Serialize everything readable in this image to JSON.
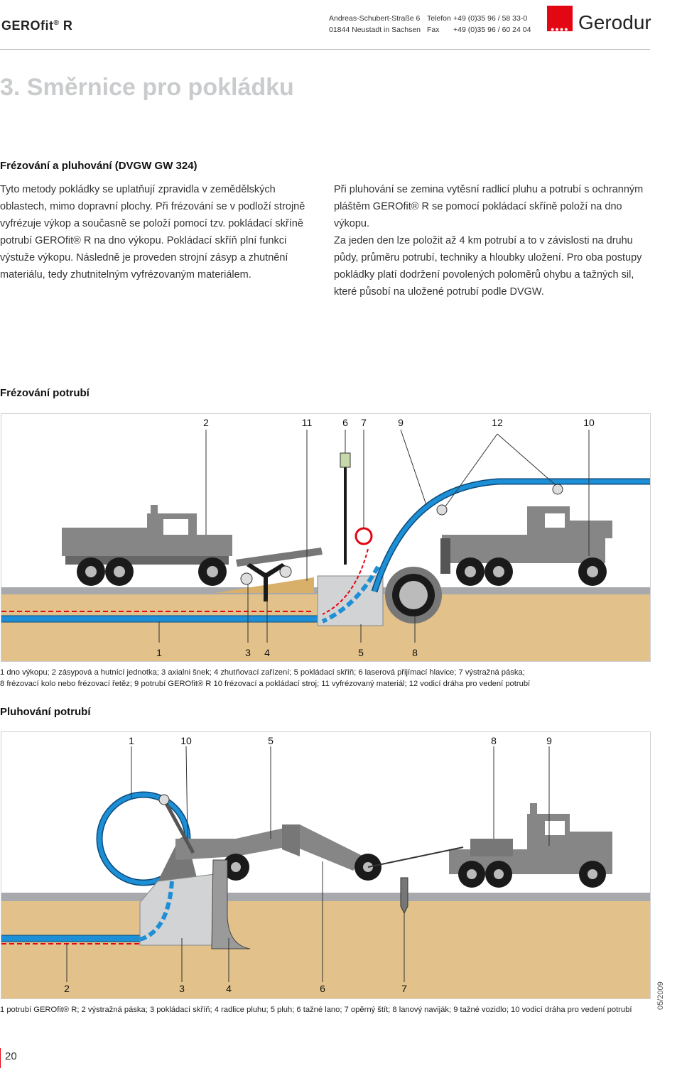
{
  "header": {
    "brand": "GEROfit",
    "brand_mark": "®",
    "brand_suffix": " R",
    "address_line1": "Andreas-Schubert-Straße 6",
    "address_line2": "01844 Neustadt in Sachsen",
    "phone_label": "Telefon",
    "phone_value": "+49 (0)35 96 / 58 33-0",
    "fax_label": "Fax",
    "fax_value": "+49 (0)35 96 / 60 24 04",
    "logo_text": "Gerodur",
    "logo_dots": "●●●●",
    "logo_color": "#e30613"
  },
  "page_title": "3. Směrnice pro pokládku",
  "section": {
    "heading": "Frézování a pluhování (DVGW GW 324)",
    "left_text": "Tyto metody pokládky se uplatňují zpravidla v zemědělských oblastech, mimo dopravní plochy. Při frézování se v podloží strojně vyfrézuje výkop a současně se položí pomocí tzv. pokládací skříně potrubí GEROfit® R na dno výkopu. Pokládací skříň plní funkci výstuže výkopu. Následně je proveden strojní zásyp a zhutnění materiálu, tedy zhutnitelným vyfrézovaným materiálem.",
    "right_text_1": "Při pluhování se zemina vytěsní radlicí pluhu a potrubí s ochranným pláštěm GEROfit® R se pomocí pokládací skříně položí na dno výkopu.",
    "right_text_2": "Za jeden den lze položit až 4 km potrubí a to v závislosti na druhu půdy, průměru potrubí, techniky a hloubky uložení. Pro oba postupy pokládky platí dodržení povolených poloměrů ohybu a tažných sil, které působí na uložené potrubí podle DVGW."
  },
  "milling": {
    "heading": "Frézování potrubí",
    "top_numbers": [
      "2",
      "11",
      "6",
      "7",
      "9",
      "12",
      "10"
    ],
    "bottom_numbers": [
      "1",
      "3",
      "4",
      "5",
      "8"
    ],
    "caption_line1": "1 dno výkopu; 2 zásypová a hutnící jednotka; 3 axialni šnek; 4 zhutňovací zařízení; 5 pokládací skříň; 6 laserová přijímací hlavice; 7 výstražná páska;",
    "caption_line2": "8 frézovací kolo nebo frézovací řetěz; 9 potrubí GEROfit® R 10 frézovací a pokládací stroj; 11 vyfrézovaný materiál; 12 vodicí dráha pro vedení potrubí"
  },
  "plowing": {
    "heading": "Pluhování potrubí",
    "top_numbers": [
      "1",
      "10",
      "5",
      "8",
      "9"
    ],
    "bottom_numbers": [
      "2",
      "3",
      "4",
      "6",
      "7"
    ],
    "caption": "1 potrubí GEROfit® R; 2 výstražná páska; 3 pokládací skříň; 4 radlice pluhu; 5 pluh; 6 tažné lano; 7 opěrný štít; 8 lanový naviják; 9 tažné vozidlo; 10 vodicí dráha pro vedení potrubí"
  },
  "footer": {
    "page_number": "20",
    "date": "05/2009"
  },
  "colors": {
    "soil": "#e2c28a",
    "machine": "#868686",
    "pipe": "#1d8fd6",
    "warning_tape": "#e30613"
  }
}
